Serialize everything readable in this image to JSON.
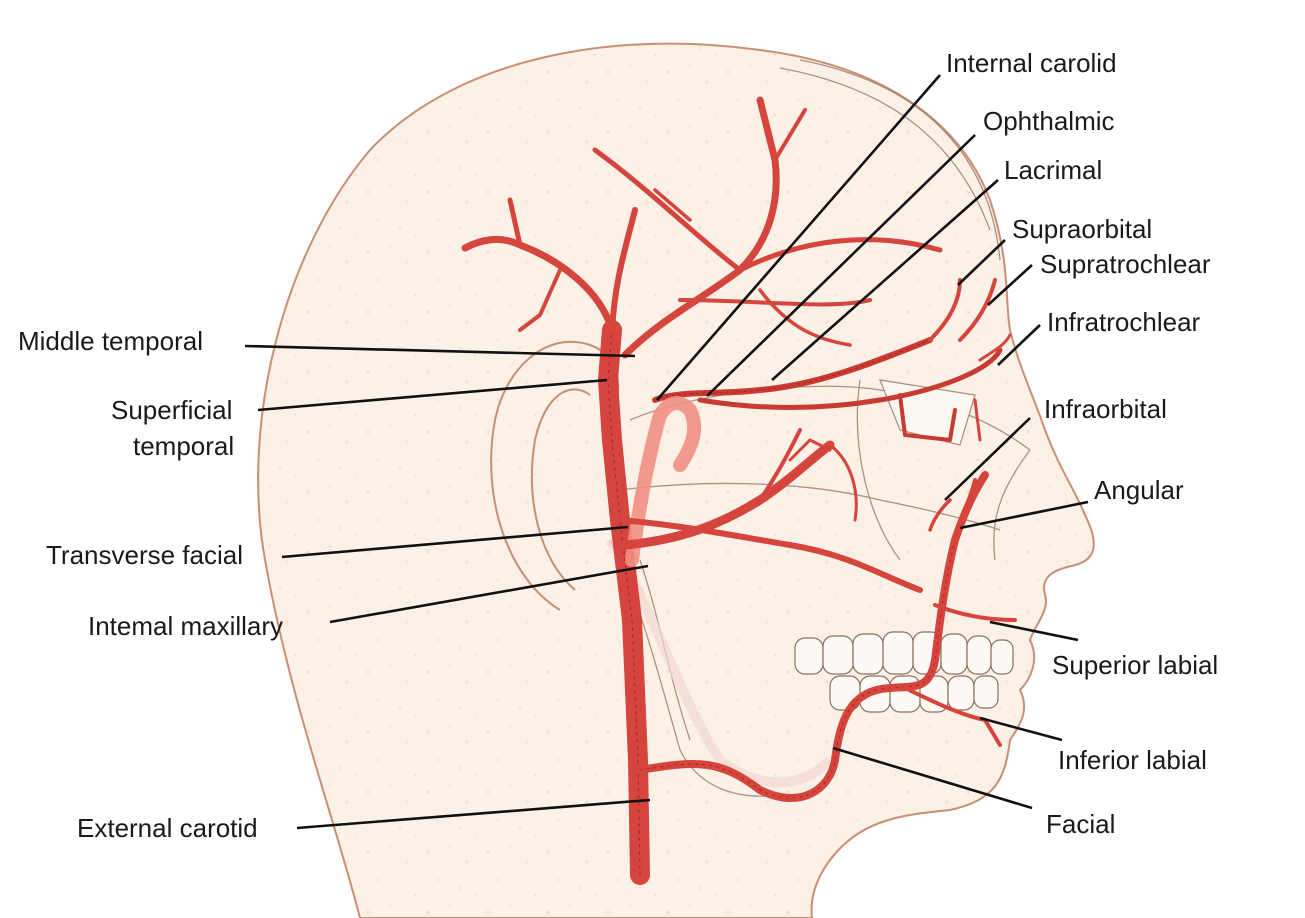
{
  "colors": {
    "skin": "#fbf1e6",
    "skin_outline": "#c88f74",
    "speckle": "#eec7a8",
    "artery": "#d6453d",
    "artery_dark": "#a8261f",
    "leader": "#111111",
    "bone": "#fdfaf5"
  },
  "labels": {
    "internal_carotid": "Internal carolid",
    "ophthalmic": "Ophthalmic",
    "lacrimal": "Lacrimal",
    "supraorbital": "Supraorbital",
    "supratrochlear": "Supratrochlear",
    "infratrochlear": "Infratrochlear",
    "infraorbital": "Infraorbital",
    "angular": "Angular",
    "superior_labial": "Superior labial",
    "inferior_labial": "Inferior labial",
    "facial": "Facial",
    "middle_temporal": "Middle temporal",
    "superficial_temporal_1": "Superficial",
    "superficial_temporal_2": "temporal",
    "transverse_facial": "Transverse facial",
    "internal_maxillary": "Intemal maxillary",
    "external_carotid": "External carotid"
  }
}
